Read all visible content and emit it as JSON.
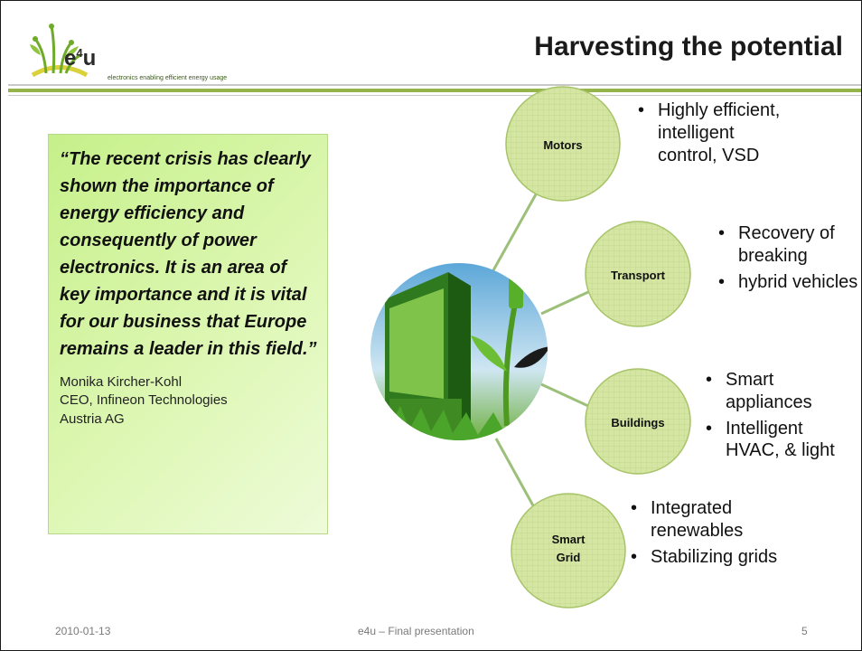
{
  "logo": {
    "brand": "e",
    "brand_sup": "4",
    "brand_suffix": "u",
    "tagline": "electronics enabling efficient energy usage"
  },
  "title": "Harvesting the potential",
  "quote": {
    "text": "“The recent crisis has clearly shown the importance of energy efficiency and consequently of power electronics. It is an area of key importance and it is vital for our business that Europe remains a leader in this field.”",
    "author_lines": [
      "Monika Kircher-Kohl",
      "CEO, Infineon Technologies",
      "Austria AG"
    ]
  },
  "diagram": {
    "center_icon": "green-technology-icon",
    "nodes": [
      {
        "label": "Motors",
        "bullets": [
          "Highly efficient, intelligent control, VSD"
        ]
      },
      {
        "label": "Transport",
        "bullets": [
          "Recovery of breaking",
          " hybrid vehicles"
        ]
      },
      {
        "label": "Buildings",
        "bullets": [
          "Smart appliances",
          "Intelligent HVAC, & light"
        ]
      },
      {
        "label_lines": [
          "Smart",
          "Grid"
        ],
        "bullets": [
          "Integrated renewables",
          "Stabilizing grids"
        ]
      }
    ],
    "colors": {
      "node_fill": "#d4e6a2",
      "node_stroke": "#a8c46a",
      "connector": "#9cc07a"
    }
  },
  "footer": {
    "date": "2010-01-13",
    "center": "e4u – Final presentation",
    "page": "5"
  }
}
